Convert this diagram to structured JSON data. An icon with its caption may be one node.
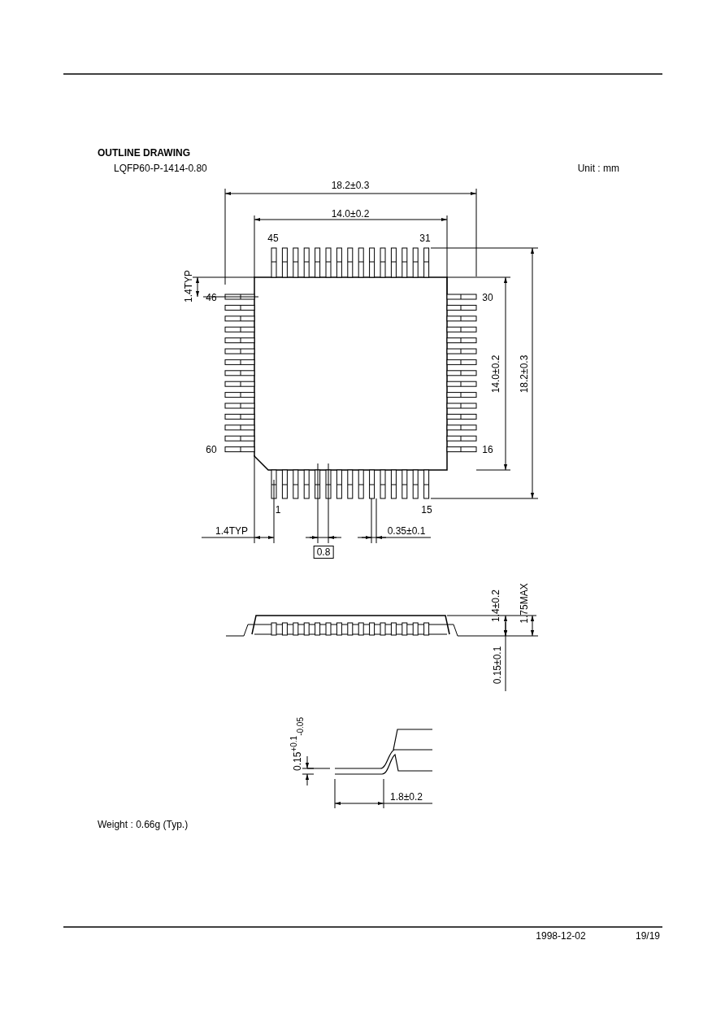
{
  "diagram": {
    "title": "OUTLINE DRAWING",
    "labels": [
      "LQFP60-P-1414-0.80",
      "Unit : mm",
      "18.2±0.3",
      "14.0±0.2",
      "45",
      "31",
      "1.4TYP",
      "46",
      "30",
      "14.0±0.2",
      "18.2±0.3",
      "60",
      "16",
      "1",
      "15",
      "1.4TYP",
      "0.35±0.1",
      "0.8",
      "1.4±0.2",
      "1.75MAX",
      "0.15±0.1",
      "0.15$^{+0.1}$$_{-0.05}$",
      "1.8±0.2",
      "Weight : 0.66g (Typ.)",
      "1998-12-02",
      "19/19"
    ]
  }
}
